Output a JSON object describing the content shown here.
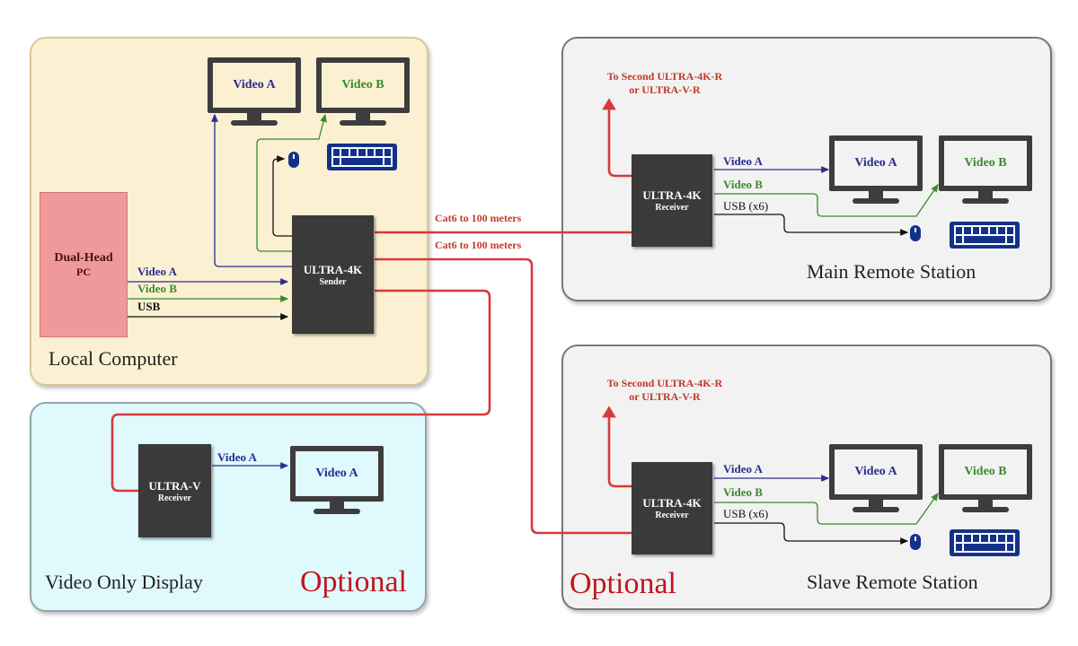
{
  "panels": {
    "local": {
      "title": "Local Computer"
    },
    "video_only": {
      "title": "Video Only Display",
      "badge": "Optional"
    },
    "main_remote": {
      "title": "Main Remote Station"
    },
    "slave_remote": {
      "title": "Slave Remote Station",
      "badge": "Optional"
    }
  },
  "devices": {
    "pc": {
      "line1": "Dual-Head",
      "line2": "PC"
    },
    "sender": {
      "line1": "ULTRA-4K",
      "line2": "Sender"
    },
    "main_receiver": {
      "line1": "ULTRA-4K",
      "line2": "Receiver"
    },
    "slave_receiver": {
      "line1": "ULTRA-4K",
      "line2": "Receiver"
    },
    "video_receiver": {
      "line1": "ULTRA-V",
      "line2": "Receiver"
    }
  },
  "monitors": {
    "local_a": "Video A",
    "local_b": "Video B",
    "main_a": "Video A",
    "main_b": "Video B",
    "slave_a": "Video A",
    "slave_b": "Video B",
    "vo_a": "Video A"
  },
  "signals": {
    "pc_video_a": "Video A",
    "pc_video_b": "Video B",
    "pc_usb": "USB",
    "main_video_a": "Video A",
    "main_video_b": "Video B",
    "main_usb": "USB (x6)",
    "slave_video_a": "Video A",
    "slave_video_b": "Video B",
    "slave_usb": "USB (x6)",
    "vo_video_a": "Video A"
  },
  "cables": {
    "cat6_main": "Cat6 to 100 meters",
    "cat6_slave": "Cat6 to 100 meters"
  },
  "notes": {
    "main_second_line1": "To Second ULTRA-4K-R",
    "main_second_line2": "or ULTRA-V-R",
    "slave_second_line1": "To Second ULTRA-4K-R",
    "slave_second_line2": "or ULTRA-V-R"
  },
  "colors": {
    "video_a": "#2b2b8f",
    "video_b": "#3a8a2a",
    "usb": "#111111",
    "cat6": "#d9383a",
    "optional": "#c0161b"
  }
}
